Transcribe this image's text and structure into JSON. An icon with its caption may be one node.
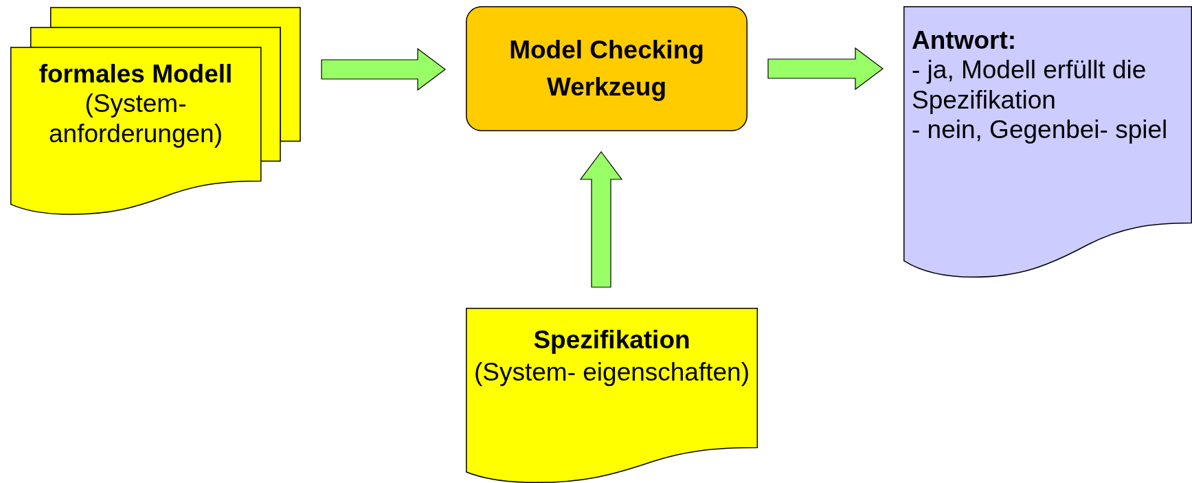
{
  "diagram": {
    "nodes": [
      {
        "text": [
          "formales Modell",
          "(System- anforderungen)"
        ]
      },
      {
        "text": [
          "Model Checking Werkzeug"
        ]
      },
      {
        "text": [
          "Antwort:",
          "- ja, Modell erfüllt die Spezifikation",
          "- nein, Gegenbei- spiel"
        ]
      },
      {
        "text": [
          "Spezifikation",
          "(System- eigenschaften)"
        ]
      }
    ],
    "edges": [
      {
        "from": 0,
        "to": 1,
        "arrow": "to"
      },
      {
        "from": 1,
        "to": 2,
        "arrow": "to"
      },
      {
        "from": 3,
        "to": 1,
        "arrow": "to"
      }
    ]
  }
}
